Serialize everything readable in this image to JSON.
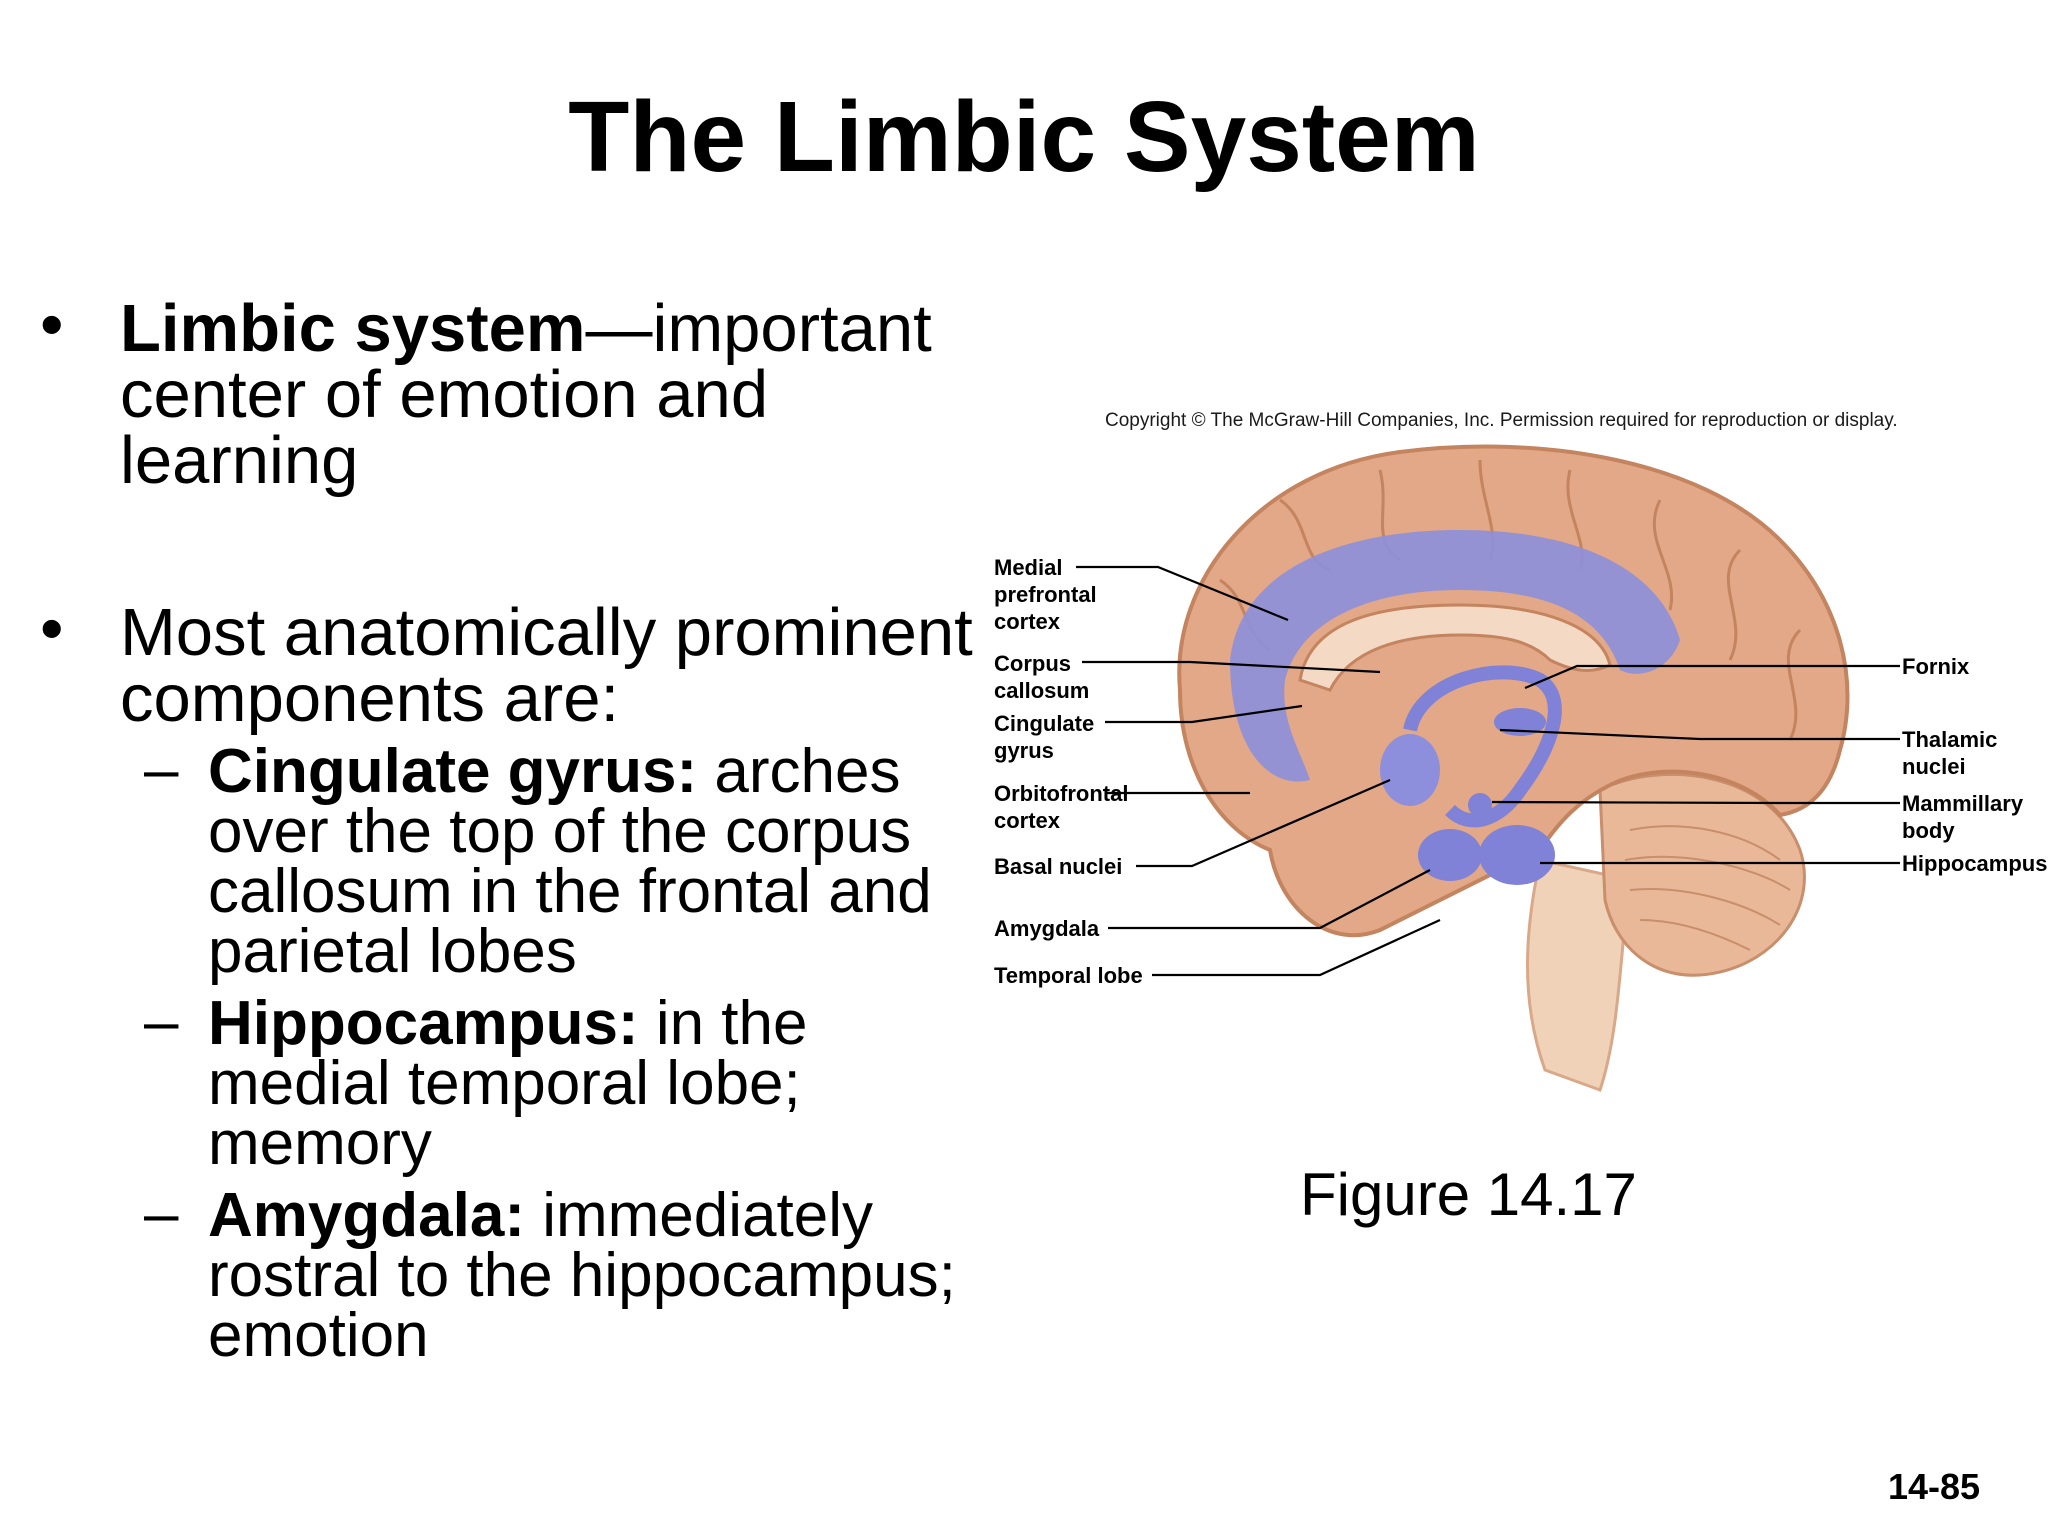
{
  "slide": {
    "title": "The Limbic System",
    "number": "14-85"
  },
  "bullets": {
    "first": {
      "bold": "Limbic system",
      "text": "—important center of emotion and learning"
    },
    "second": {
      "text": "Most anatomically prominent components are:"
    },
    "subs": [
      {
        "bold": "Cingulate gyrus:",
        "text": " arches over the top of the corpus callosum in the frontal and parietal lobes"
      },
      {
        "bold": "Hippocampus:",
        "text": " in the medial temporal lobe; memory"
      },
      {
        "bold": "Amygdala:",
        "text": " immediately rostral to the hippocampus; emotion"
      }
    ]
  },
  "figure": {
    "copyright": "Copyright © The McGraw-Hill Companies, Inc. Permission required for reproduction or display.",
    "caption": "Figure 14.17",
    "labels": {
      "medial_prefrontal_cortex": "Medial prefrontal cortex",
      "corpus_callosum": "Corpus callosum",
      "cingulate_gyrus": "Cingulate gyrus",
      "orbitofrontal_cortex": "Orbitofrontal cortex",
      "basal_nuclei": "Basal nuclei",
      "amygdala": "Amygdala",
      "temporal_lobe": "Temporal lobe",
      "fornix": "Fornix",
      "thalamic_nuclei": "Thalamic nuclei",
      "mammillary_body": "Mammillary body",
      "hippocampus": "Hippocampus"
    },
    "colors": {
      "cortex": "#e2a887",
      "limbic": "#8d8fdc",
      "brainstem": "#f0d2b8"
    }
  }
}
